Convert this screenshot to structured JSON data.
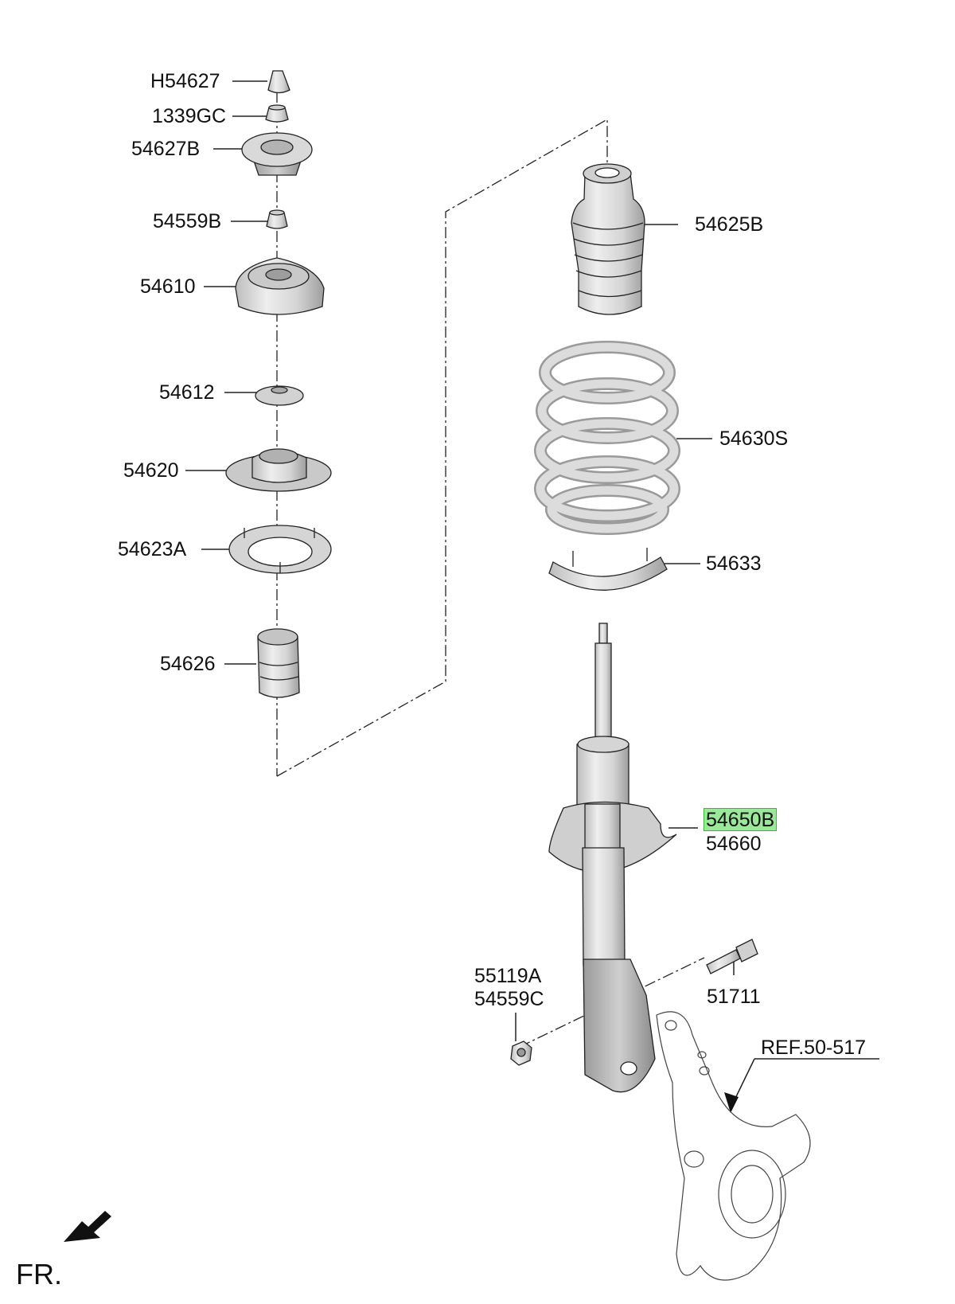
{
  "callouts": {
    "h54627": "H54627",
    "c1339gc": "1339GC",
    "c54627b": "54627B",
    "c54559b": "54559B",
    "c54610": "54610",
    "c54612": "54612",
    "c54620": "54620",
    "c54623a": "54623A",
    "c54626": "54626",
    "c54625b": "54625B",
    "c54630s": "54630S",
    "c54633": "54633",
    "c54650b": "54650B",
    "c54660": "54660",
    "c55119a": "55119A",
    "c54559c": "54559C",
    "c51711": "51711",
    "ref": "REF.50-517"
  },
  "front_label": "FR.",
  "colors": {
    "part_fill": "#dcdcdc",
    "part_shade": "#a9a9a9",
    "stroke": "#222222",
    "highlight": "#9be89b"
  }
}
